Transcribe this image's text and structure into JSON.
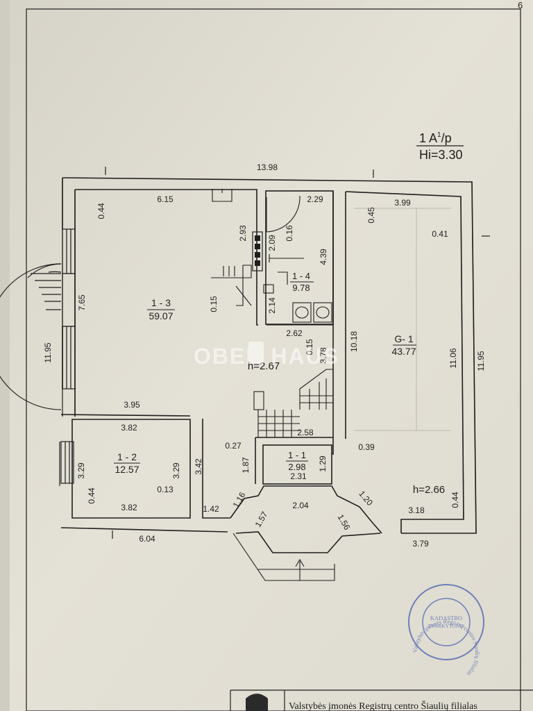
{
  "floor": {
    "title_main": "1 A",
    "title_sup": "1",
    "title_suffix": "/p",
    "height": "Hi=3.30"
  },
  "rooms": [
    {
      "id": "1 - 3",
      "area": "59.07"
    },
    {
      "id": "1 - 4",
      "area": "9.78"
    },
    {
      "id": "G- 1",
      "area": "43.77"
    },
    {
      "id": "1 - 2",
      "area": "12.57"
    },
    {
      "id": "1 - 1",
      "area": "2.98"
    }
  ],
  "heights": {
    "central": "h=2.67",
    "garage": "h=2.66"
  },
  "dimensions": {
    "top_overall": "13.98",
    "r13_top": "6.15",
    "r13_wall": "0.44",
    "r13_side": "7.65",
    "r13_stair_top": "2.93",
    "r13_stair_low": "0.15",
    "r13_bottom": "3.95",
    "r14_top": "2.29",
    "r14_h1": "2.09",
    "r14_h2": "0.16",
    "r14_h3": "4.39",
    "r14_h4": "2.14",
    "hall_width": "2.62",
    "hall_h1": "0.15",
    "hall_h2": "3.78",
    "stair_width": "2.58",
    "g1_top": "3.99",
    "g1_wall": "0.45",
    "g1_side_wall": "0.41",
    "g1_left_height": "10.18",
    "g1_right_height": "11.06",
    "right_overall": "11.95",
    "left_overall": "11.95",
    "r12_top": "3.82",
    "r12_bottom": "3.82",
    "r12_left": "3.29",
    "r12_right": "3.29",
    "r12_wall": "0.44",
    "r12_side": "0.13",
    "corr_height": "3.42",
    "corr_bottom": "1.42",
    "wall_027": "0.27",
    "r11_h": "1.87",
    "r11_w": "2.31",
    "r11_h2": "1.29",
    "wall_039": "0.39",
    "vest_left": "1.16",
    "vest_w": "2.04",
    "vest_right": "1.20",
    "vest_diag_l": "1.57",
    "vest_diag_r": "1.56",
    "g1_bottom": "3.18",
    "g1_wall_bottom": "0.44",
    "bottom_left": "6.04",
    "bottom_right": "3.79"
  },
  "watermark": "OBER HAUS",
  "stamp": {
    "ring_text": "Valstybės įmonės Registrų centro Šiaulių filialas",
    "center_line1": "KADASTRO",
    "center_line2": "TVARKYTOJAS",
    "color": "#5a6fb4"
  },
  "footer_text": "Valstybės įmonės Registrų centro Šiaulių filialas",
  "corner_mark": "6",
  "colors": {
    "paper": "#e4e1d6",
    "ink": "#1e1e1e",
    "desk": "#5a5a58"
  }
}
